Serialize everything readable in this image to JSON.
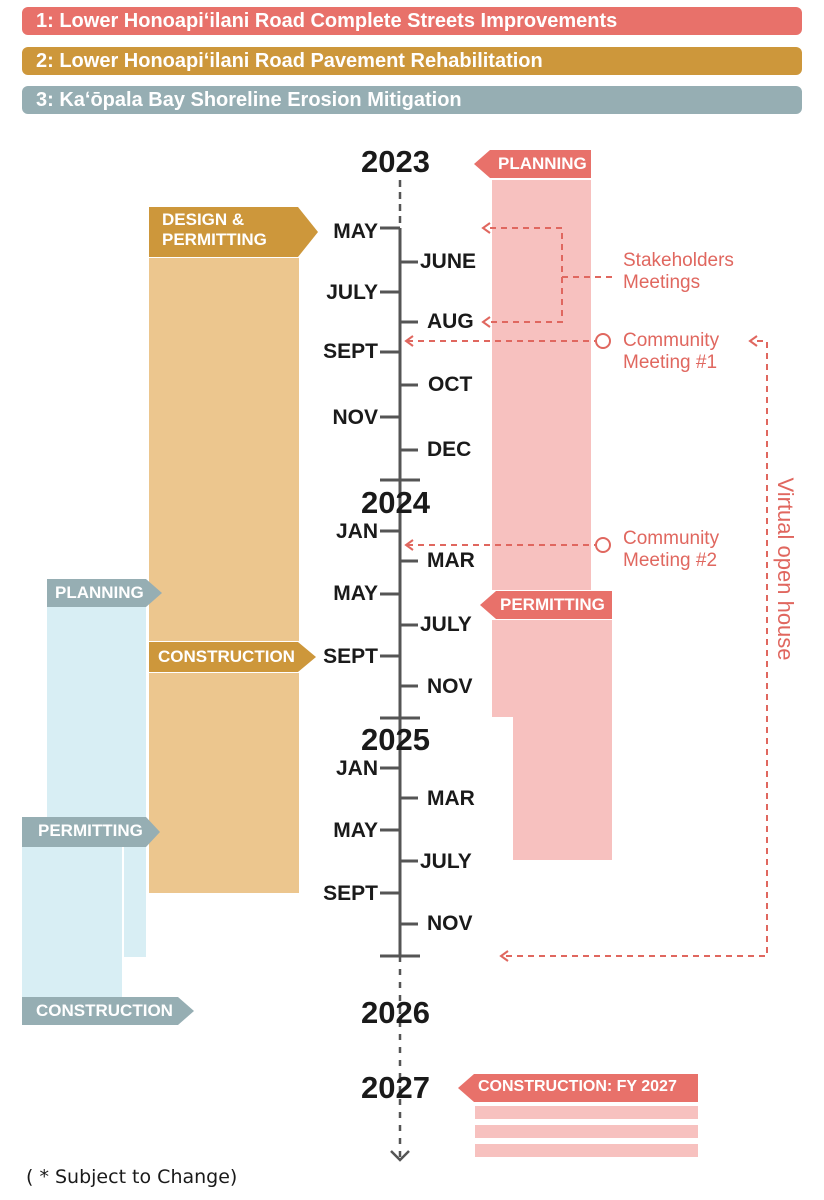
{
  "legend": {
    "item1": "1: Lower Honoapiʻilani Road Complete Streets Improvements",
    "item2": "2: Lower Honoapiʻilani Road Pavement Rehabilitation",
    "item3": "3: Kaʻōpala Bay Shoreline Erosion Mitigation"
  },
  "colors": {
    "project1": "#e8716a",
    "project1_light": "#f7c1bf",
    "project2": "#cd973b",
    "project2_light": "#ecc68e",
    "project3": "#96aeb3",
    "project3_light": "#d8eef4",
    "timeline": "#555555",
    "annotation": "#e0675f"
  },
  "timeline": {
    "years": [
      "2023",
      "2024",
      "2025",
      "2026",
      "2027"
    ],
    "months_2023": [
      "MAY",
      "JUNE",
      "JULY",
      "AUG",
      "SEPT",
      "OCT",
      "NOV",
      "DEC"
    ],
    "months_2024": [
      "JAN",
      "MAR",
      "MAY",
      "JULY",
      "SEPT",
      "NOV"
    ],
    "months_2025": [
      "JAN",
      "MAR",
      "MAY",
      "JULY",
      "SEPT",
      "NOV"
    ]
  },
  "phases": {
    "p1_planning": "PLANNING",
    "p1_permitting": "PERMITTING",
    "p1_construction": "CONSTRUCTION: FY 2027",
    "p2_design": [
      "DESIGN &",
      "PERMITTING"
    ],
    "p2_construction": "CONSTRUCTION",
    "p3_planning": "PLANNING",
    "p3_permitting": "PERMITTING",
    "p3_construction": "CONSTRUCTION"
  },
  "annotations": {
    "stakeholders": [
      "Stakeholders",
      "Meetings"
    ],
    "community1": [
      "Community",
      "Meeting #1"
    ],
    "community2": [
      "Community",
      "Meeting #2"
    ],
    "virtual": "Virtual open house"
  },
  "footnote": "( * Subject to Change)"
}
